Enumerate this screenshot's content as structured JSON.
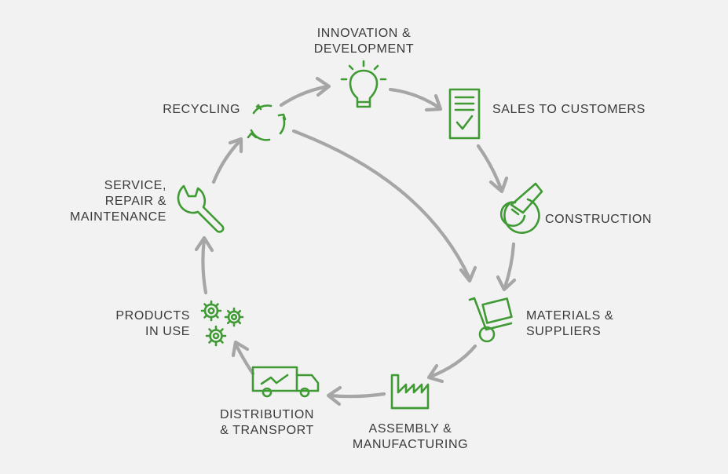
{
  "stages": {
    "innovation": {
      "line1": "INNOVATION &",
      "line2": "DEVELOPMENT"
    },
    "sales": {
      "line1": "SALES TO CUSTOMERS"
    },
    "construction": {
      "line1": "CONSTRUCTION"
    },
    "materials": {
      "line1": "MATERIALS &",
      "line2": "SUPPLIERS"
    },
    "assembly": {
      "line1": "ASSEMBLY &",
      "line2": "MANUFACTURING"
    },
    "distribution": {
      "line1": "DISTRIBUTION",
      "line2": "& TRANSPORT"
    },
    "products": {
      "line1": "PRODUCTS",
      "line2": "IN USE"
    },
    "service": {
      "line1": "SERVICE,",
      "line2": "REPAIR &",
      "line3": "MAINTENANCE"
    },
    "recycling": {
      "line1": "RECYCLING"
    }
  },
  "icons": {
    "innovation": "lightbulb-icon",
    "sales": "checklist-document-icon",
    "construction": "pie-chart-pencil-icon",
    "materials": "hand-truck-icon",
    "assembly": "factory-icon",
    "distribution": "delivery-truck-icon",
    "products": "gears-icon",
    "service": "wrench-icon",
    "recycling": "recycle-arrows-icon"
  },
  "colors": {
    "icon": "#3f9a34",
    "arrow": "#a6a6a6",
    "text": "#3a3a3a",
    "background": "#f2f2f2"
  }
}
